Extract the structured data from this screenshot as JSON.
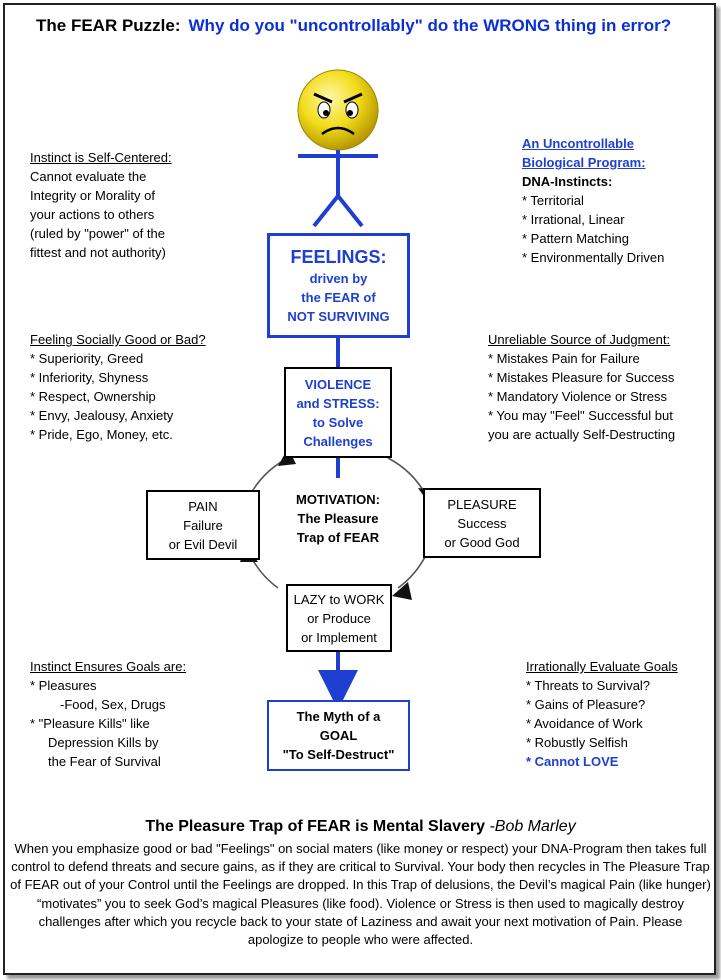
{
  "header": {
    "title": "The FEAR Puzzle:",
    "question": "Why do you \"uncontrollably\" do the WRONG thing in error?"
  },
  "colors": {
    "blue": "#1f3fd0",
    "face": "#f2dc1a",
    "line_blue": "#1f3fd0"
  },
  "top_left": {
    "heading": "Instinct is Self-Centered:",
    "lines": [
      "Cannot evaluate the",
      "Integrity or Morality of",
      "your actions to others",
      "(ruled by \"power\" of the",
      "fittest and not authority)"
    ]
  },
  "top_right": {
    "heading_1": "An Uncontrollable",
    "heading_2": "Biological Program:",
    "subheading": "DNA-Instincts:",
    "items": [
      "* Territorial",
      "* Irrational, Linear",
      "* Pattern Matching",
      "* Environmentally Driven"
    ]
  },
  "feelings_box": {
    "title": "FEELINGS:",
    "l1": "driven by",
    "l2": "the FEAR of",
    "l3": "NOT SURVIVING"
  },
  "mid_left": {
    "heading": "Feeling Socially Good or Bad?",
    "items": [
      "* Superiority, Greed",
      "* Inferiority, Shyness",
      "* Respect, Ownership",
      "* Envy, Jealousy, Anxiety",
      "* Pride, Ego, Money, etc."
    ]
  },
  "mid_right": {
    "heading": "Unreliable Source of Judgment:",
    "items": [
      "* Mistakes Pain for Failure",
      "* Mistakes Pleasure for Success",
      "* Mandatory Violence or Stress",
      "* You may \"Feel\" Successful but",
      "you are actually Self-Destructing"
    ]
  },
  "violence_box": {
    "l1": "VIOLENCE",
    "l2": "and STRESS:",
    "l3": "to Solve",
    "l4": "Challenges"
  },
  "motivation": {
    "l1": "MOTIVATION:",
    "l2": "The Pleasure",
    "l3": "Trap of FEAR"
  },
  "pain_box": {
    "l1": "PAIN",
    "l2": "Failure",
    "l3": "or Evil Devil"
  },
  "pleasure_box": {
    "l1": "PLEASURE",
    "l2": "Success",
    "l3": "or Good God"
  },
  "lazy_box": {
    "l1": "LAZY to WORK",
    "l2": "or Produce",
    "l3": "or Implement"
  },
  "bottom_left": {
    "heading": "Instinct Ensures Goals are:",
    "l1": "* Pleasures",
    "l2": "-Food, Sex, Drugs",
    "l3": "* \"Pleasure Kills\" like",
    "l4": "Depression Kills by",
    "l5": "the Fear of Survival"
  },
  "bottom_right": {
    "heading": "Irrationally Evaluate Goals",
    "items": [
      "* Threats to Survival?",
      "* Gains of Pleasure?",
      "* Avoidance of Work",
      "* Robustly Selfish"
    ],
    "last": "* Cannot LOVE"
  },
  "goal_box": {
    "l1": "The Myth of a",
    "l2": "GOAL",
    "l3": "\"To Self-Destruct\""
  },
  "footer": {
    "title_a": "The Pleasure Trap of FEAR  is  Mental Slavery ",
    "title_b": "-Bob Marley",
    "paragraph": "When you emphasize good or bad \"Feelings\" on social maters (like money or respect) your DNA-Program then takes full control to defend threats and secure gains, as if they are critical to Survival. Your body then recycles in  The Pleasure Trap of FEAR  out of your Control  until  the Feelings are dropped.  In this Trap of delusions, the Devil’s magical Pain (like hunger) “motivates”  you to seek  God’s magical Pleasures (like food).  Violence or Stress is then used to magically destroy challenges after which you recycle back to your state of  Laziness  and await your next  motivation of Pain.  Please apologize to people who were  affected."
  }
}
